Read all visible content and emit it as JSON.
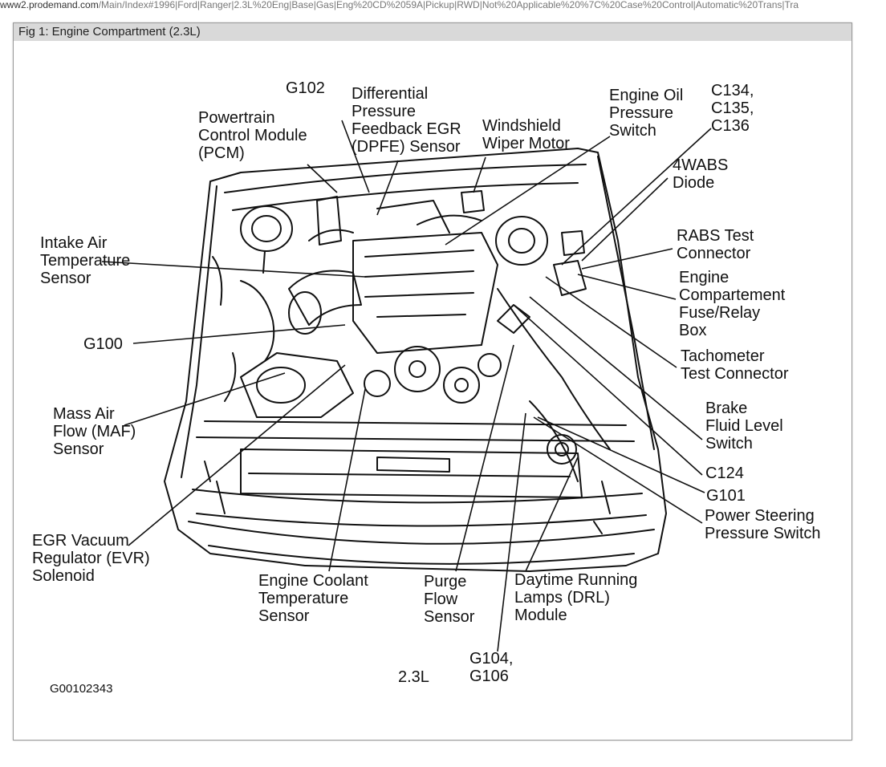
{
  "url": {
    "host": "www2.prodemand.com",
    "path": "/Main/Index#1996|Ford|Ranger|2.3L%20Eng|Base|Gas|Eng%20CD%2059A|Pickup|RWD|Not%20Applicable%20%7C%20Case%20Control|Automatic%20Trans|Tra"
  },
  "figure": {
    "title": "Fig 1: Engine Compartment (2.3L)",
    "caption": "2.3L",
    "code": "G00102343"
  },
  "labels": {
    "pcm": [
      "Powertrain",
      "Control Module",
      "(PCM)"
    ],
    "g102": [
      "G102"
    ],
    "dpfe": [
      "Differential",
      "Pressure",
      "Feedback EGR",
      "(DPFE) Sensor"
    ],
    "wiper": [
      "Windshield",
      "Wiper Motor"
    ],
    "oil": [
      "Engine Oil",
      "Pressure",
      "Switch"
    ],
    "c134": [
      "C134,",
      "C135,",
      "C136"
    ],
    "wabs": [
      "4WABS",
      "Diode"
    ],
    "rabs": [
      "RABS Test",
      "Connector"
    ],
    "fuse": [
      "Engine",
      "Compartement",
      "Fuse/Relay",
      "Box"
    ],
    "tach": [
      "Tachometer",
      "Test Connector"
    ],
    "brake": [
      "Brake",
      "Fluid Level",
      "Switch"
    ],
    "c124": [
      "C124"
    ],
    "g101": [
      "G101"
    ],
    "psps": [
      "Power Steering",
      "Pressure Switch"
    ],
    "iat": [
      "Intake Air",
      "Temperature",
      "Sensor"
    ],
    "g100": [
      "G100"
    ],
    "maf": [
      "Mass Air",
      "Flow (MAF)",
      "Sensor"
    ],
    "evr": [
      "EGR Vacuum",
      "Regulator (EVR)",
      "Solenoid"
    ],
    "ect": [
      "Engine Coolant",
      "Temperature",
      "Sensor"
    ],
    "purge": [
      "Purge",
      "Flow",
      "Sensor"
    ],
    "drl": [
      "Daytime Running",
      "Lamps (DRL)",
      "Module"
    ],
    "g104": [
      "G104,",
      "G106"
    ]
  }
}
